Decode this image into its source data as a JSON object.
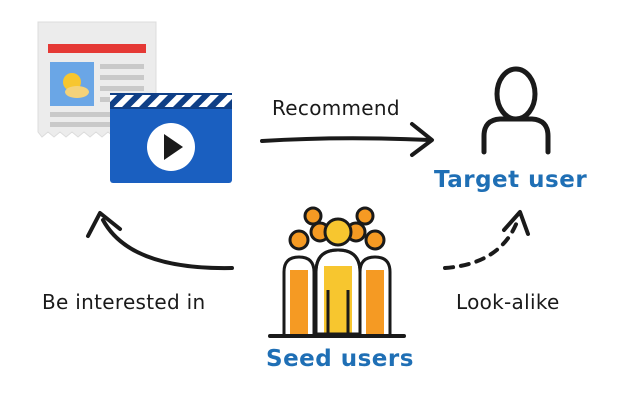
{
  "labels": {
    "recommend": "Recommend",
    "be_interested_in": "Be interested in",
    "look_alike": "Look-alike",
    "target_user": "Target user",
    "seed_users": "Seed users"
  },
  "icons": {
    "news": "newspaper-icon",
    "video": "video-player-icon",
    "target": "user-outline-icon",
    "seed": "people-group-icon"
  },
  "colors": {
    "accent_blue": "#1f6fb5",
    "video_blue": "#1a5fc0",
    "news_red": "#e53935",
    "orange": "#f59a23",
    "yellow": "#f7c62f",
    "ink": "#1a1a1a"
  }
}
